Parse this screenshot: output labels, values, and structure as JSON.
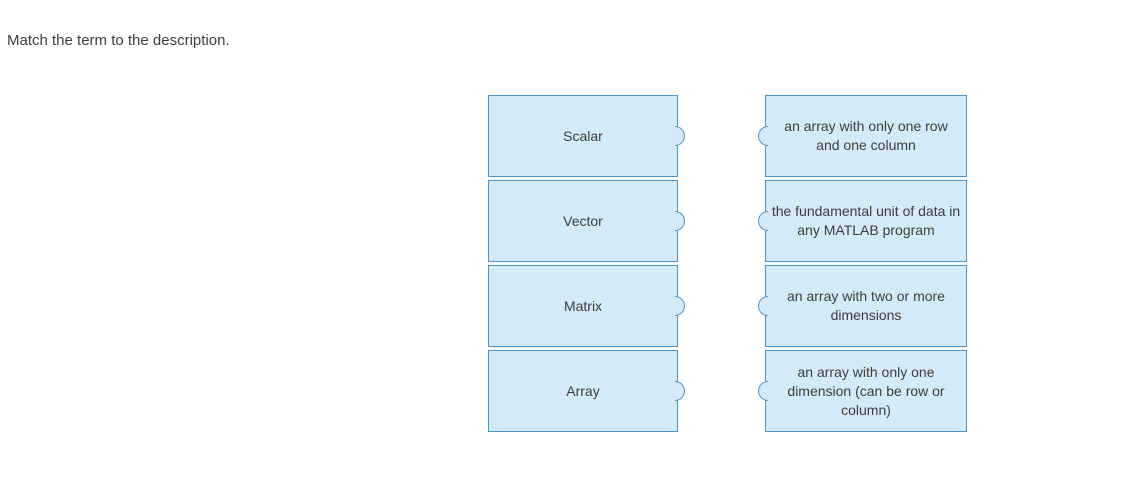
{
  "prompt": "Match the term to the description.",
  "colors": {
    "box_fill": "#d5eaf8",
    "box_border": "#4d93c4",
    "text": "#3d3d3d"
  },
  "matching": {
    "terms": [
      {
        "label": "Scalar"
      },
      {
        "label": "Vector"
      },
      {
        "label": "Matrix"
      },
      {
        "label": "Array"
      }
    ],
    "descriptions": [
      {
        "text": "an array with only one row and one column"
      },
      {
        "text": "the fundamental unit of data in any MATLAB program"
      },
      {
        "text": "an array with two or more dimensions"
      },
      {
        "text": "an array with only one dimension (can be row or column)"
      }
    ]
  }
}
